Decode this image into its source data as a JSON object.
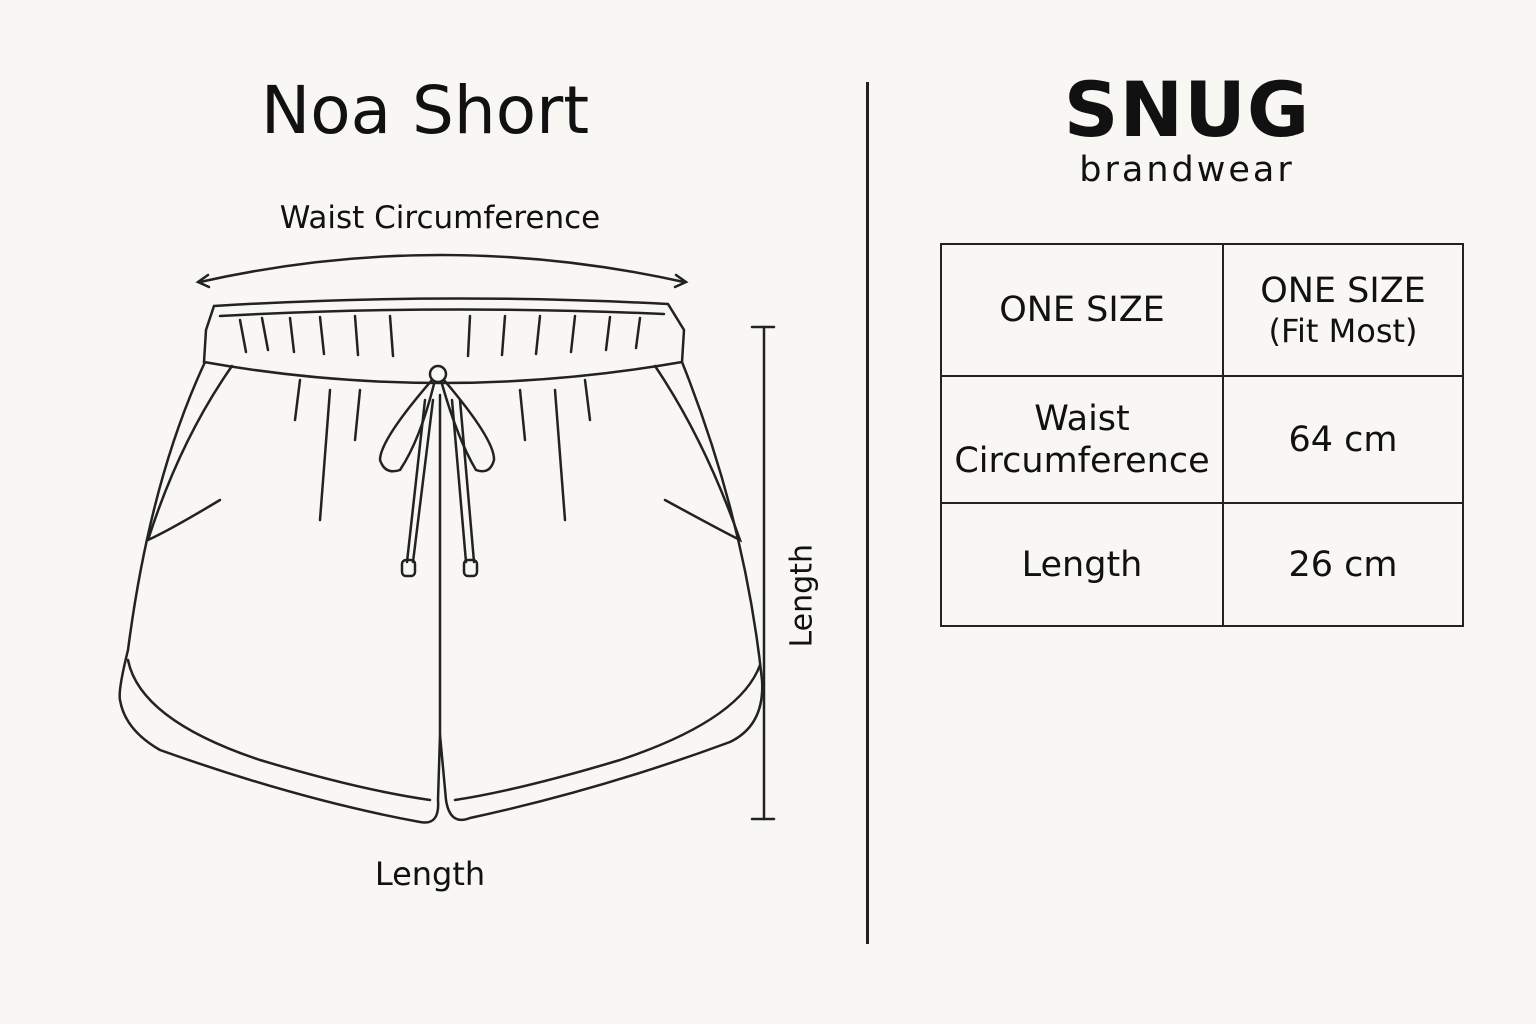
{
  "product_title": "Noa Short",
  "diagram": {
    "waist_label": "Waist Circumference",
    "length_side_label": "Length",
    "length_bottom_label": "Length"
  },
  "brand": {
    "name": "SNUG",
    "subtitle": "brandwear"
  },
  "size_table": {
    "header": {
      "label": "ONE SIZE",
      "size": "ONE SIZE",
      "size_note": "(Fit Most)"
    },
    "rows": [
      {
        "measure_line1": "Waist",
        "measure_line2": "Circumference",
        "value": "64 cm"
      },
      {
        "measure_line1": "Length",
        "measure_line2": "",
        "value": "26 cm"
      }
    ]
  }
}
